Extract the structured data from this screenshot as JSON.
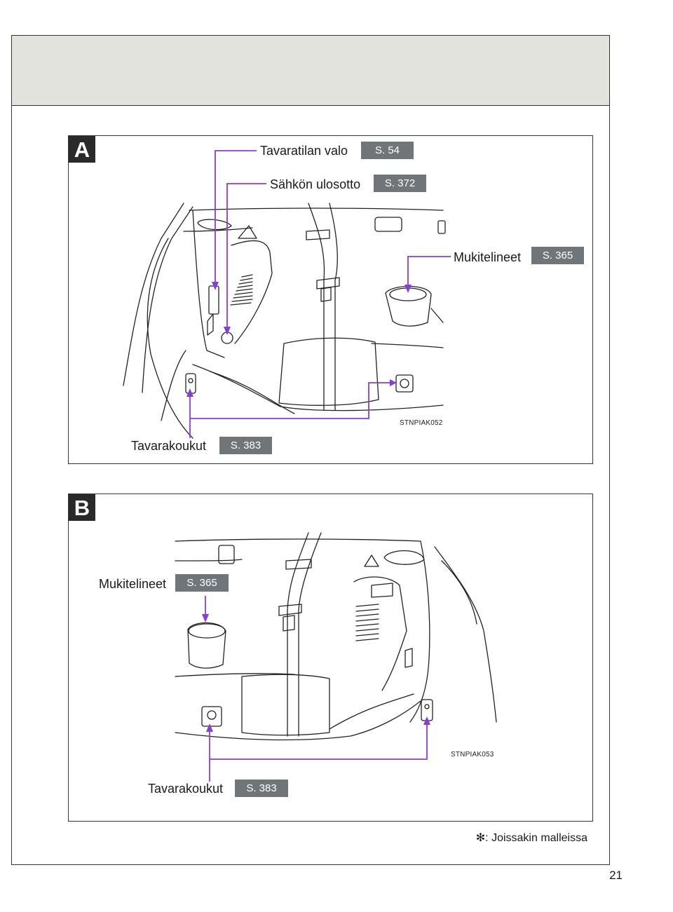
{
  "page": {
    "number": "21",
    "footnote_symbol": "✻",
    "footnote_text": ": Joissakin malleissa"
  },
  "panel_a": {
    "letter": "A",
    "callouts": {
      "luggage_light": {
        "label": "Tavaratilan valo",
        "ref": "S. 54"
      },
      "power_outlet": {
        "label": "Sähkön ulosotto",
        "ref": "S. 372"
      },
      "cup_holders": {
        "label": "Mukitelineet",
        "ref": "S. 365"
      },
      "luggage_hooks": {
        "label": "Tavarakoukut",
        "ref": "S. 383"
      }
    },
    "image_code": "STNPIAK052"
  },
  "panel_b": {
    "letter": "B",
    "callouts": {
      "cup_holders": {
        "label": "Mukitelineet",
        "ref": "S. 365"
      },
      "luggage_hooks": {
        "label": "Tavarakoukut",
        "ref": "S. 383"
      }
    },
    "image_code": "STNPIAK053"
  },
  "colors": {
    "header_band": "#e1e3dc",
    "ref_badge": "#6f7578",
    "leader_line": "#8a3cd6",
    "panel_letter_bg": "#2a2a2a"
  }
}
